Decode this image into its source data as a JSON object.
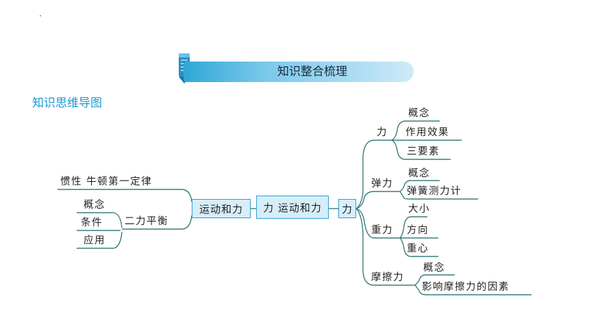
{
  "banner": {
    "title": "知识整合梳理"
  },
  "subtitle": "知识思维导图",
  "center": {
    "left_box": "运动和力",
    "middle_box": "力 运动和力",
    "right_box": "力"
  },
  "left_branch": {
    "inertia": "惯性  牛顿第一定律",
    "balance": {
      "label": "二力平衡",
      "children": [
        "概念",
        "条件",
        "应用"
      ]
    }
  },
  "right_branch": {
    "force": {
      "label": "力",
      "children": [
        "概念",
        "作用效果",
        "三要素"
      ]
    },
    "elastic": {
      "label": "弹力",
      "children": [
        "概念",
        "弹簧测力计"
      ]
    },
    "gravity": {
      "label": "重力",
      "children": [
        "大小",
        "方向",
        "重心"
      ]
    },
    "friction": {
      "label": "摩擦力",
      "children": [
        "概念",
        "影响摩擦力的因素"
      ]
    }
  },
  "colors": {
    "accent": "#2aa0d0",
    "line": "#3a7d7a",
    "box_fill": "#d7eef9",
    "subtitle": "#1a9ad6"
  }
}
